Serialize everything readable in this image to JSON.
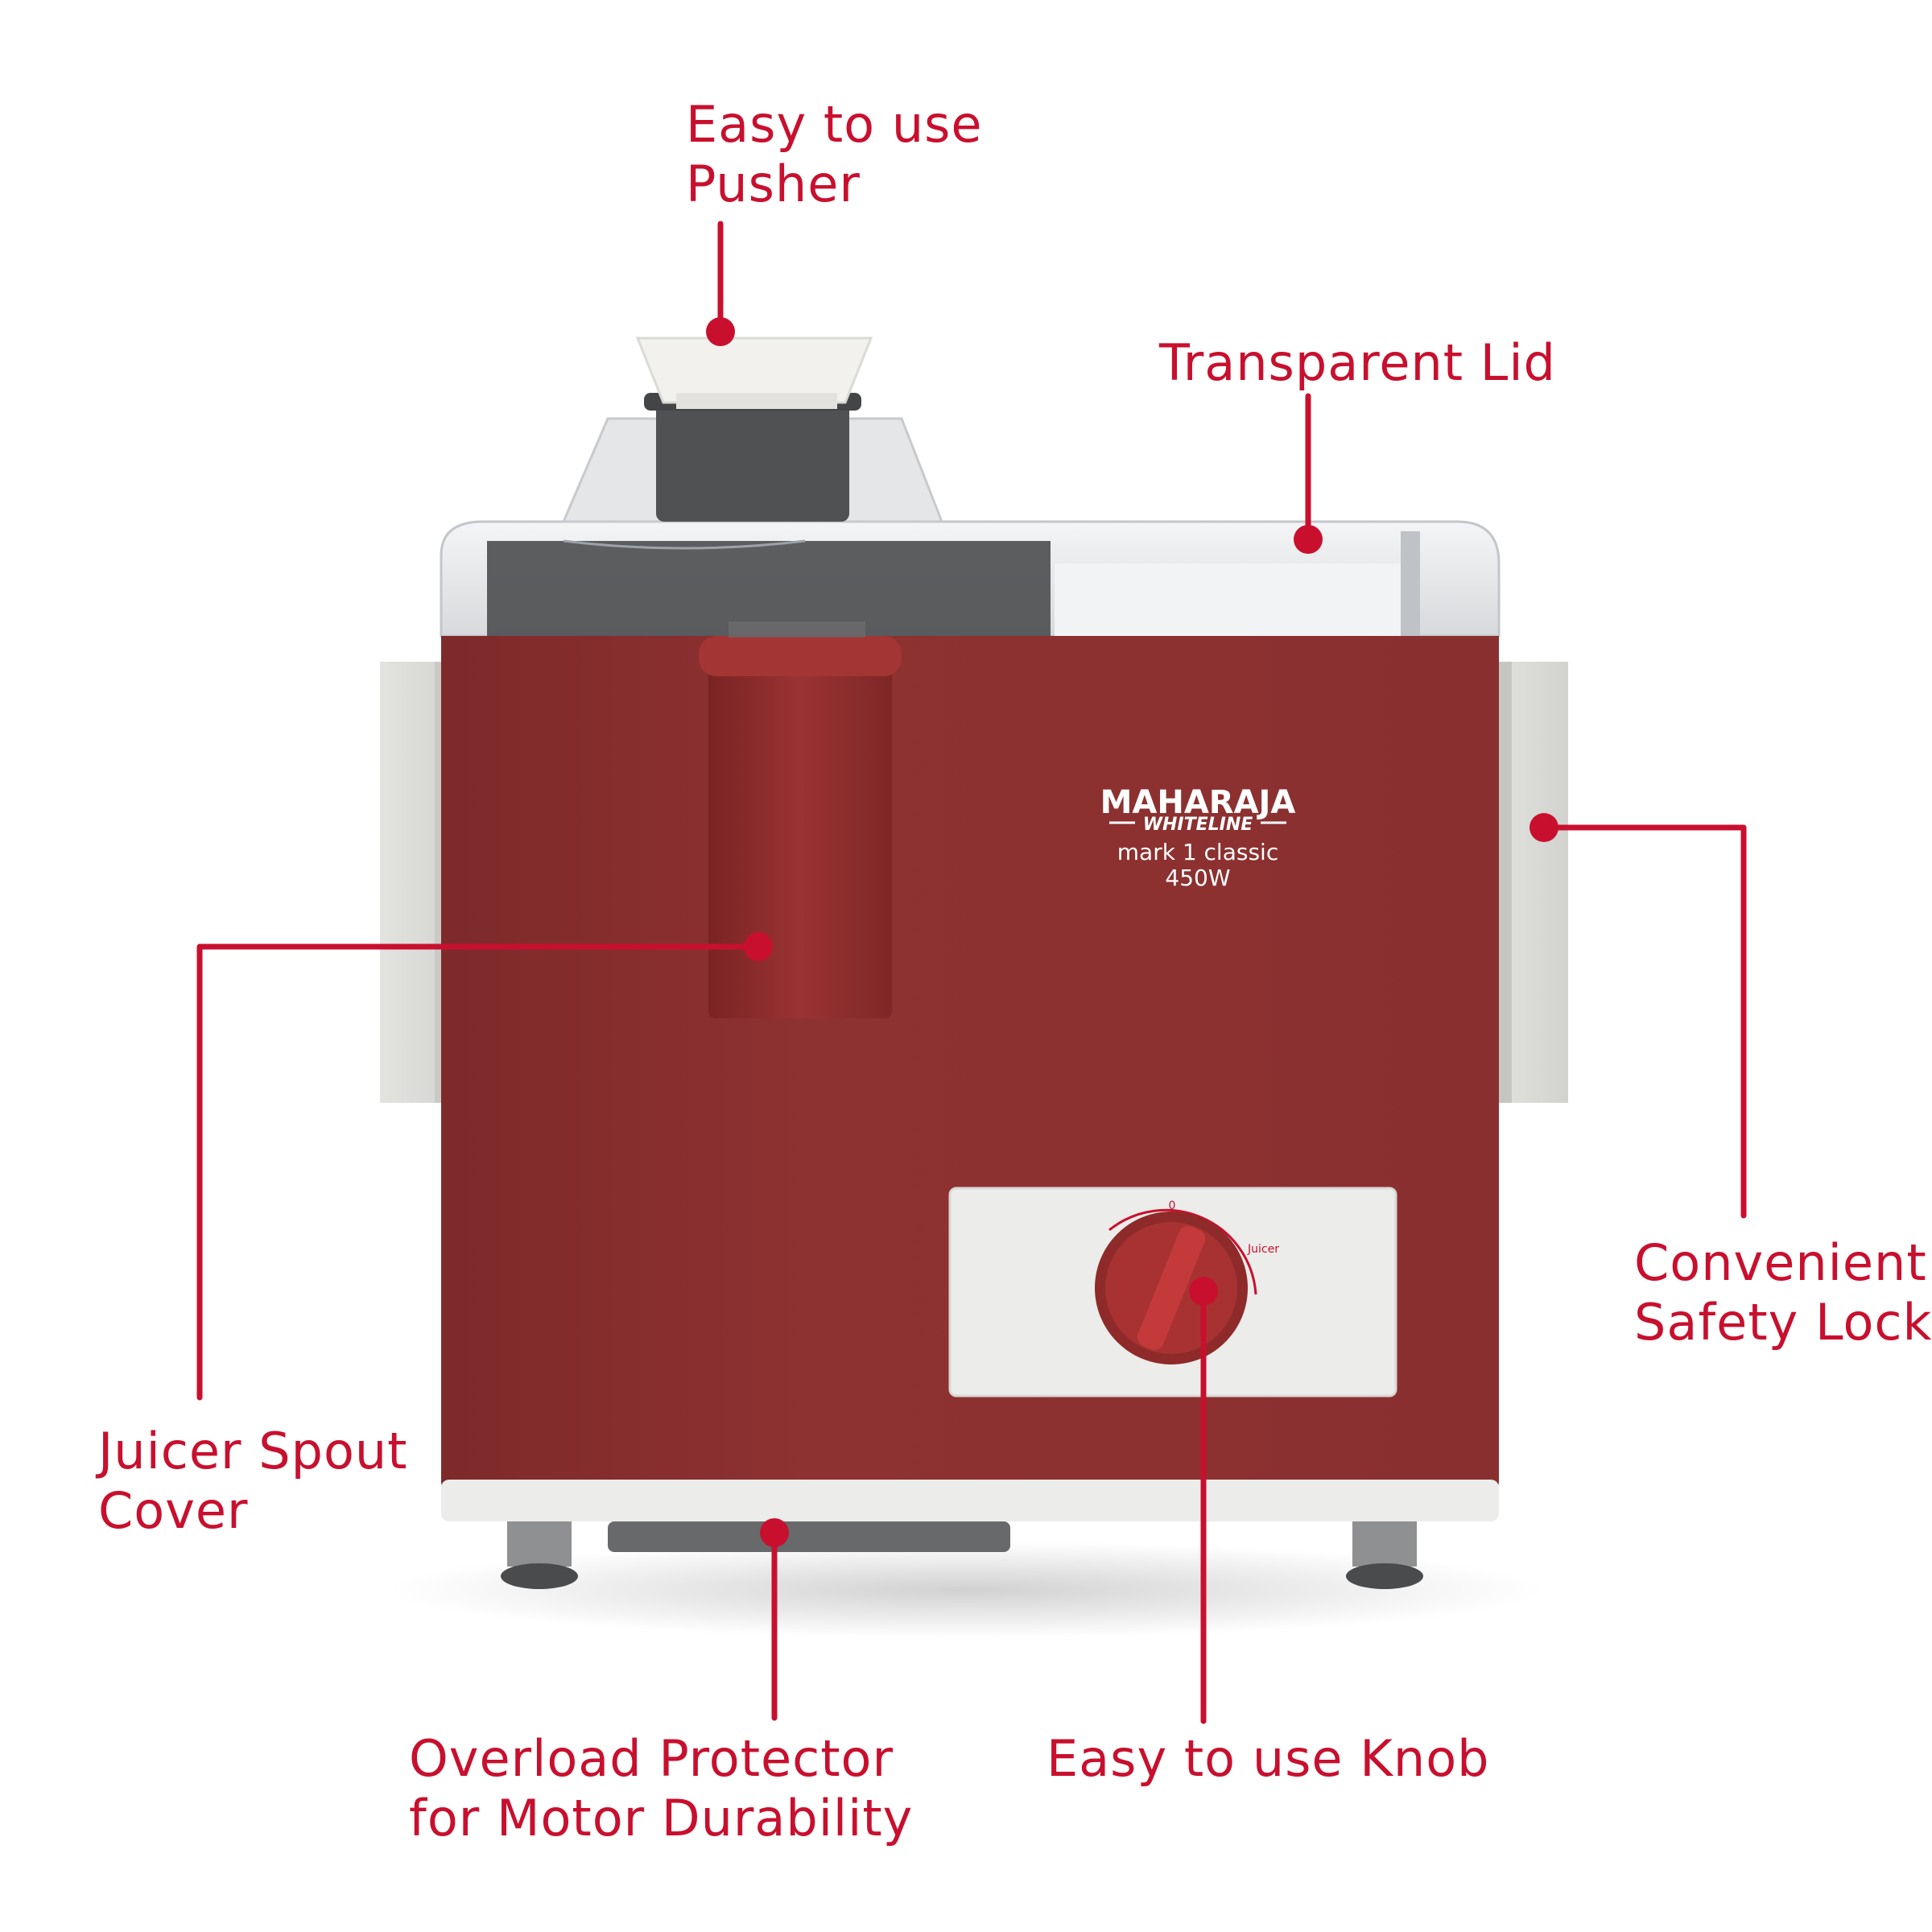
{
  "colors": {
    "accent": "#c8102e",
    "body_red": "#8c2f2f",
    "panel_white": "#eeeeec",
    "lid_clear": "#e6e8ea",
    "dark_gray": "#4f5052"
  },
  "product": {
    "brand": "MAHARAJA",
    "subbrand": "WHITELINE",
    "model": "mark 1 classic",
    "power": "450W"
  },
  "knob": {
    "mark_off": "0",
    "mark_juicer": "Juicer"
  },
  "callouts": {
    "pusher": {
      "line1": "Easy to use",
      "line2": "Pusher"
    },
    "lid": {
      "line1": "Transparent Lid"
    },
    "spout": {
      "line1": "Juicer Spout",
      "line2": "Cover"
    },
    "safety_lock": {
      "line1": "Convenient",
      "line2": "Safety Lock"
    },
    "overload": {
      "line1": "Overload Protector",
      "line2": "for Motor Durability"
    },
    "knob": {
      "line1": "Easy to use Knob"
    }
  }
}
